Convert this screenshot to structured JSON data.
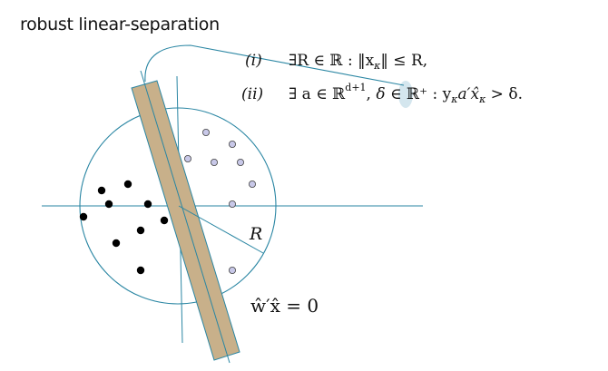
{
  "title": "robust linear-separation",
  "conditions": [
    {
      "label": "(i)",
      "text": "∃R ∈ ℝ :  ‖x",
      "sub": "κ",
      "rest": "‖ ≤ R,"
    },
    {
      "label": "(ii)",
      "text": "∃ a ∈ ℝ",
      "sup": "d+1",
      "mid": ", ",
      "delta": "δ",
      "rest": " ∈ ℝ⁺ :  y",
      "sub": "κ",
      "tail": "a′x̂",
      "sub2": "κ",
      "end": " > δ."
    }
  ],
  "radius_label": "R",
  "hyperplane_label": "ŵ′x̂ = 0",
  "colors": {
    "line": "#2a86a3",
    "band": "#c8b08a",
    "positive": "#c8c8e8",
    "negative": "#000000",
    "highlight": "#d4e6ee"
  }
}
